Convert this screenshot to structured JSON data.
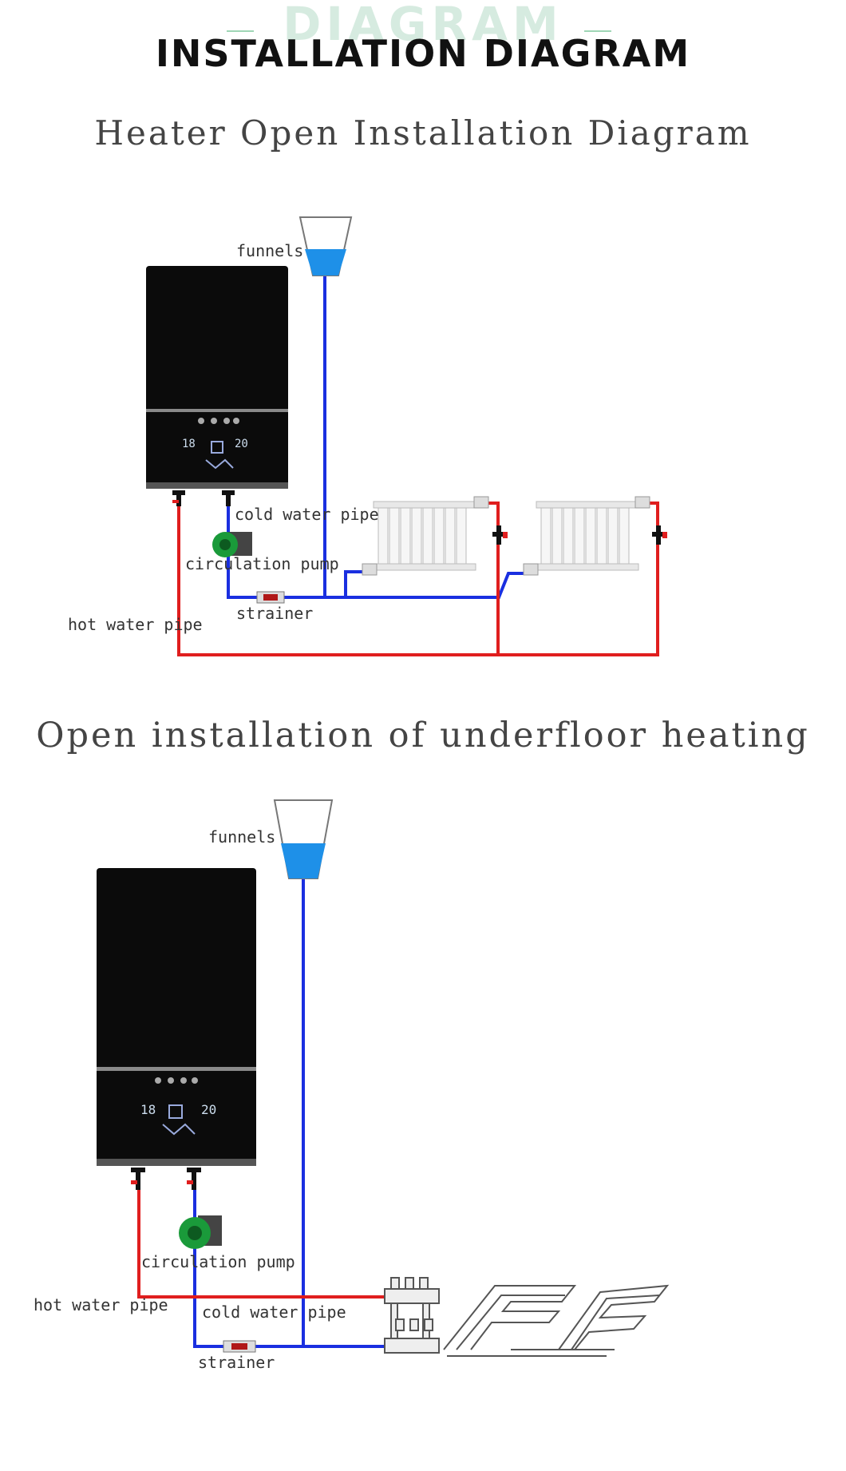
{
  "header": {
    "watermark": "DIAGRAM",
    "title": "INSTALLATION DIAGRAM"
  },
  "diagram1": {
    "title": "Heater Open Installation Diagram",
    "labels": {
      "funnels": "funnels",
      "cold_water_pipe": "cold water pipe",
      "circulation_pump": "circulation pump",
      "strainer": "strainer",
      "hot_water_pipe": "hot water pipe"
    },
    "display": {
      "left": "18",
      "right": "20"
    }
  },
  "diagram2": {
    "title": "Open installation of underfloor heating",
    "labels": {
      "funnels": "funnels",
      "circulation_pump": "circulation pump",
      "hot_water_pipe": "hot water pipe",
      "cold_water_pipe": "cold water pipe",
      "strainer": "strainer"
    },
    "display": {
      "left": "18",
      "right": "20"
    }
  },
  "colors": {
    "hot": "#e01e1e",
    "cold": "#1a2fe0",
    "water": "#1e90e8",
    "heater": "#0b0b0b",
    "pump": "#1a9a3a"
  }
}
